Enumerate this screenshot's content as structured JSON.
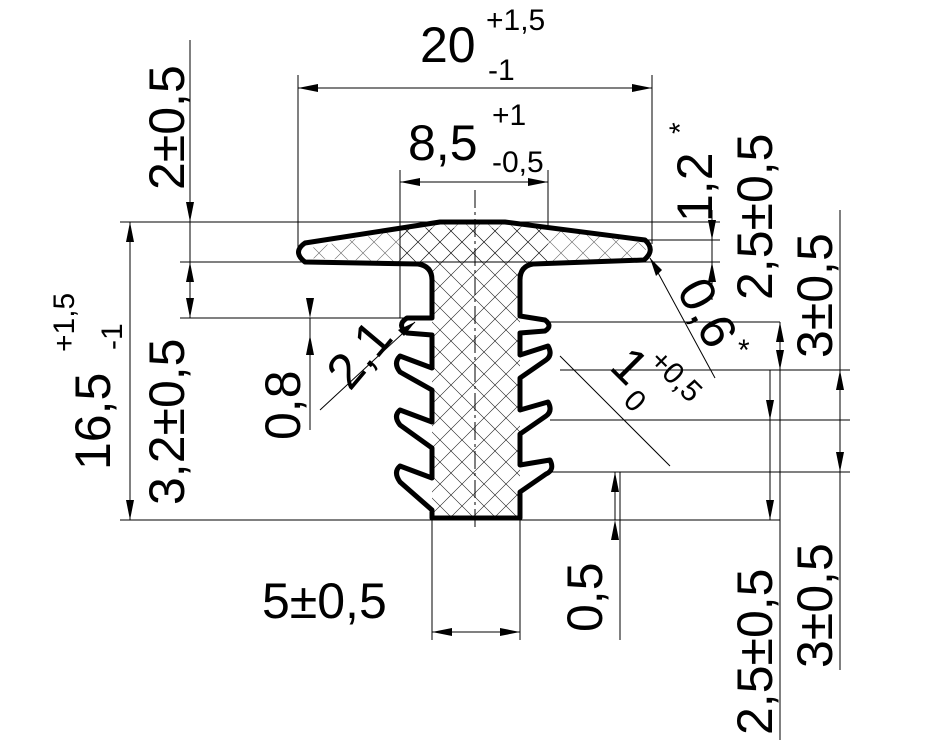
{
  "dimensions": {
    "top_width": {
      "base": "20",
      "upper": "+1,5",
      "lower": "-1"
    },
    "stem_width": {
      "base": "8,5",
      "upper": "+1",
      "lower": "-0,5"
    },
    "top_offset": "2±0,5",
    "cap_thickness": "1,2",
    "cap_thickness_mark": "*",
    "cap_right_height": "2,5±0,5",
    "total_height": {
      "base": "16,5",
      "upper": "+1,5",
      "lower": "-1"
    },
    "neck_height": "3,2±0,5",
    "notch_depth": "0,8",
    "notch_radius": "2,1",
    "edge_radius": "0,6",
    "edge_radius_mark": "*",
    "fin_spacing_top": "3±0,5",
    "fin_thickness": {
      "base": "1",
      "upper": "+0,5",
      "lower": "0"
    },
    "bottom_width": "5±0,5",
    "bottom_thickness": "0,5",
    "fin_pitch_a": "2,5±0,5",
    "fin_pitch_b": "3±0,5"
  }
}
